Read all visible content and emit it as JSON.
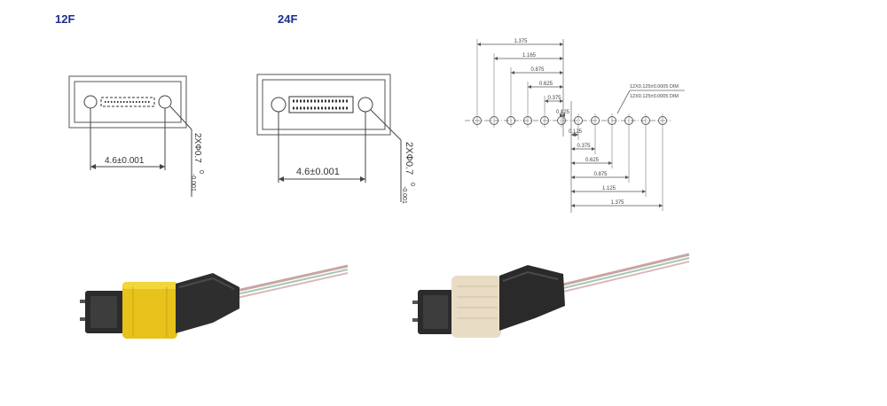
{
  "labels": {
    "f12": "12F",
    "f24": "24F"
  },
  "dim12": {
    "pitch": "4.6±0.001",
    "hole": "2XФ0.7",
    "tol_sup": "0",
    "tol_sub": "-0.001"
  },
  "dim24": {
    "pitch": "4.6±0.001",
    "hole": "2XФ0.7",
    "tol_sup": "0",
    "tol_sub": "-0.001"
  },
  "pitch": {
    "upper": [
      "1.375",
      "1.165",
      "0.875",
      "0.625",
      "0.375",
      "0.125"
    ],
    "lower": [
      "0.125",
      "0.375",
      "0.625",
      "0.875",
      "1.125",
      "1.375"
    ],
    "note_line1": "12X0.125±0.0005 DIM",
    "note_line2": "12X0.125±0.0005 DIM"
  },
  "colors": {
    "boot_12": "#e6c21a",
    "boot_24": "#e8dcc4",
    "housing": "#2e2e2e"
  }
}
